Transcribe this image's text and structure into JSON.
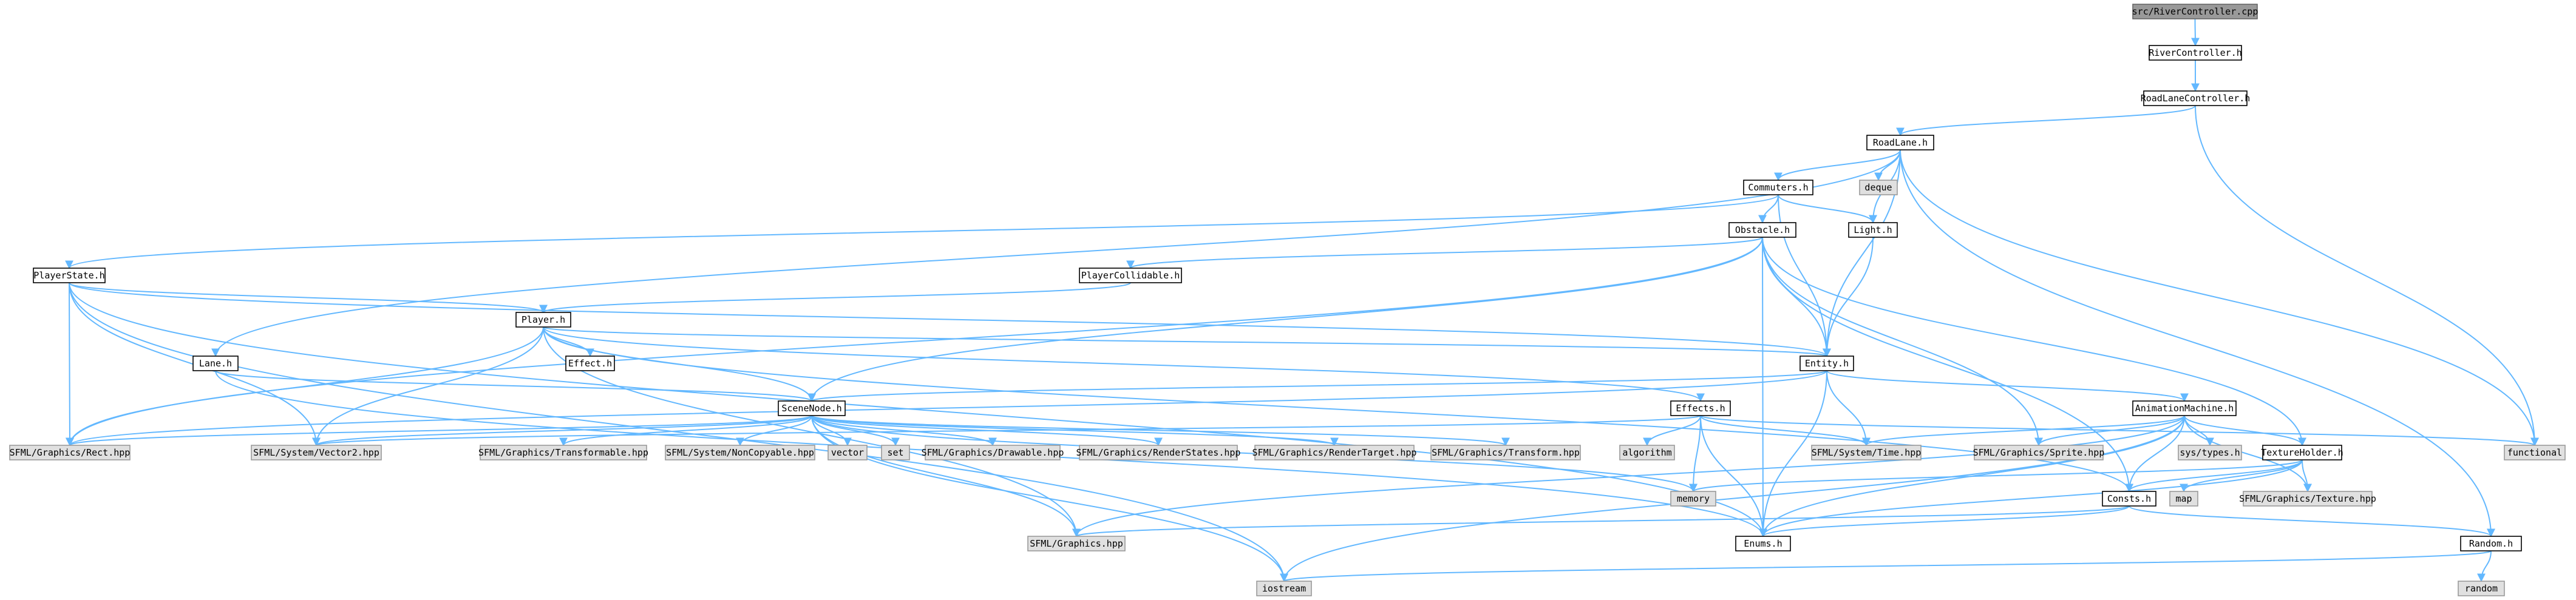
{
  "colors": {
    "root_fill": "#999999",
    "root_stroke": "#666666",
    "local_fill": "#ffffff",
    "local_stroke": "#000000",
    "system_fill": "#e0e0e0",
    "system_stroke": "#999999",
    "edge": "#63b8ff"
  },
  "nodes": [
    {
      "id": "root",
      "label": "src/RiverController.cpp",
      "kind": "root"
    },
    {
      "id": "riverh",
      "label": "RiverController.h",
      "kind": "local"
    },
    {
      "id": "roadlanectl",
      "label": "RoadLaneController.h",
      "kind": "local"
    },
    {
      "id": "roadlane",
      "label": "RoadLane.h",
      "kind": "local"
    },
    {
      "id": "deque",
      "label": "deque",
      "kind": "system"
    },
    {
      "id": "commuters",
      "label": "Commuters.h",
      "kind": "local"
    },
    {
      "id": "light",
      "label": "Light.h",
      "kind": "local"
    },
    {
      "id": "obstacle",
      "label": "Obstacle.h",
      "kind": "local"
    },
    {
      "id": "playerstate",
      "label": "PlayerState.h",
      "kind": "local"
    },
    {
      "id": "playercollidable",
      "label": "PlayerCollidable.h",
      "kind": "local"
    },
    {
      "id": "player",
      "label": "Player.h",
      "kind": "local"
    },
    {
      "id": "effecth",
      "label": "Effect.h",
      "kind": "local"
    },
    {
      "id": "laneh",
      "label": "Lane.h",
      "kind": "local"
    },
    {
      "id": "entity",
      "label": "Entity.h",
      "kind": "local"
    },
    {
      "id": "scenenode",
      "label": "SceneNode.h",
      "kind": "local"
    },
    {
      "id": "effects",
      "label": "Effects.h",
      "kind": "local"
    },
    {
      "id": "animmachine",
      "label": "AnimationMachine.h",
      "kind": "local"
    },
    {
      "id": "rect",
      "label": "SFML/Graphics/Rect.hpp",
      "kind": "system"
    },
    {
      "id": "vector2",
      "label": "SFML/System/Vector2.hpp",
      "kind": "system"
    },
    {
      "id": "transformable",
      "label": "SFML/Graphics/Transformable.hpp",
      "kind": "system"
    },
    {
      "id": "noncopyable",
      "label": "SFML/System/NonCopyable.hpp",
      "kind": "system"
    },
    {
      "id": "vector",
      "label": "vector",
      "kind": "system"
    },
    {
      "id": "set",
      "label": "set",
      "kind": "system"
    },
    {
      "id": "drawable",
      "label": "SFML/Graphics/Drawable.hpp",
      "kind": "system"
    },
    {
      "id": "renderstates",
      "label": "SFML/Graphics/RenderStates.hpp",
      "kind": "system"
    },
    {
      "id": "rendertarget",
      "label": "SFML/Graphics/RenderTarget.hpp",
      "kind": "system"
    },
    {
      "id": "transform",
      "label": "SFML/Graphics/Transform.hpp",
      "kind": "system"
    },
    {
      "id": "algorithm",
      "label": "algorithm",
      "kind": "system"
    },
    {
      "id": "memory",
      "label": "memory",
      "kind": "system"
    },
    {
      "id": "time",
      "label": "SFML/System/Time.hpp",
      "kind": "system"
    },
    {
      "id": "sprite",
      "label": "SFML/Graphics/Sprite.hpp",
      "kind": "system"
    },
    {
      "id": "systypes",
      "label": "sys/types.h",
      "kind": "system"
    },
    {
      "id": "textureholder",
      "label": "TextureHolder.h",
      "kind": "local"
    },
    {
      "id": "functional",
      "label": "functional",
      "kind": "system"
    },
    {
      "id": "consts",
      "label": "Consts.h",
      "kind": "local"
    },
    {
      "id": "map",
      "label": "map",
      "kind": "system"
    },
    {
      "id": "texture",
      "label": "SFML/Graphics/Texture.hpp",
      "kind": "system"
    },
    {
      "id": "graphics",
      "label": "SFML/Graphics.hpp",
      "kind": "system"
    },
    {
      "id": "enums",
      "label": "Enums.h",
      "kind": "local"
    },
    {
      "id": "random",
      "label": "Random.h",
      "kind": "local"
    },
    {
      "id": "iostream",
      "label": "iostream",
      "kind": "system"
    },
    {
      "id": "randomlib",
      "label": "random",
      "kind": "system"
    }
  ],
  "edges": [
    [
      "root",
      "riverh"
    ],
    [
      "riverh",
      "roadlanectl"
    ],
    [
      "roadlanectl",
      "roadlane"
    ],
    [
      "roadlanectl",
      "functional"
    ],
    [
      "roadlane",
      "deque"
    ],
    [
      "roadlane",
      "commuters"
    ],
    [
      "roadlane",
      "light"
    ],
    [
      "roadlane",
      "entity"
    ],
    [
      "roadlane",
      "laneh"
    ],
    [
      "roadlane",
      "functional"
    ],
    [
      "roadlane",
      "random"
    ],
    [
      "commuters",
      "obstacle"
    ],
    [
      "commuters",
      "light"
    ],
    [
      "commuters",
      "entity"
    ],
    [
      "commuters",
      "playerstate"
    ],
    [
      "light",
      "entity"
    ],
    [
      "obstacle",
      "playercollidable"
    ],
    [
      "obstacle",
      "entity"
    ],
    [
      "obstacle",
      "scenenode"
    ],
    [
      "obstacle",
      "rect"
    ],
    [
      "obstacle",
      "sprite"
    ],
    [
      "obstacle",
      "textureholder"
    ],
    [
      "obstacle",
      "consts"
    ],
    [
      "obstacle",
      "enums"
    ],
    [
      "playercollidable",
      "player"
    ],
    [
      "playerstate",
      "player"
    ],
    [
      "playerstate",
      "rect"
    ],
    [
      "playerstate",
      "vector2"
    ],
    [
      "playerstate",
      "iostream"
    ],
    [
      "playerstate",
      "enums"
    ],
    [
      "playerstate",
      "entity"
    ],
    [
      "player",
      "effecth"
    ],
    [
      "player",
      "entity"
    ],
    [
      "player",
      "scenenode"
    ],
    [
      "player",
      "rect"
    ],
    [
      "player",
      "vector2"
    ],
    [
      "player",
      "graphics"
    ],
    [
      "player",
      "consts"
    ],
    [
      "player",
      "effects"
    ],
    [
      "laneh",
      "scenenode"
    ],
    [
      "laneh",
      "enums"
    ],
    [
      "entity",
      "scenenode"
    ],
    [
      "entity",
      "animmachine"
    ],
    [
      "entity",
      "time"
    ],
    [
      "entity",
      "rect"
    ],
    [
      "entity",
      "enums"
    ],
    [
      "scenenode",
      "rect"
    ],
    [
      "scenenode",
      "vector2"
    ],
    [
      "scenenode",
      "transformable"
    ],
    [
      "scenenode",
      "noncopyable"
    ],
    [
      "scenenode",
      "vector"
    ],
    [
      "scenenode",
      "set"
    ],
    [
      "scenenode",
      "drawable"
    ],
    [
      "scenenode",
      "renderstates"
    ],
    [
      "scenenode",
      "rendertarget"
    ],
    [
      "scenenode",
      "transform"
    ],
    [
      "scenenode",
      "memory"
    ],
    [
      "scenenode",
      "graphics"
    ],
    [
      "scenenode",
      "iostream"
    ],
    [
      "effects",
      "algorithm"
    ],
    [
      "effects",
      "memory"
    ],
    [
      "effects",
      "time"
    ],
    [
      "effects",
      "functional"
    ],
    [
      "effects",
      "enums"
    ],
    [
      "effects",
      "vector2"
    ],
    [
      "animmachine",
      "sprite"
    ],
    [
      "animmachine",
      "time"
    ],
    [
      "animmachine",
      "systypes"
    ],
    [
      "animmachine",
      "textureholder"
    ],
    [
      "animmachine",
      "consts"
    ],
    [
      "animmachine",
      "graphics"
    ],
    [
      "animmachine",
      "enums"
    ],
    [
      "animmachine",
      "iostream"
    ],
    [
      "animmachine",
      "texture"
    ],
    [
      "textureholder",
      "map"
    ],
    [
      "textureholder",
      "texture"
    ],
    [
      "textureholder",
      "consts"
    ],
    [
      "textureholder",
      "enums"
    ],
    [
      "textureholder",
      "memory"
    ],
    [
      "consts",
      "graphics"
    ],
    [
      "consts",
      "enums"
    ],
    [
      "consts",
      "random"
    ],
    [
      "random",
      "iostream"
    ],
    [
      "random",
      "randomlib"
    ]
  ]
}
